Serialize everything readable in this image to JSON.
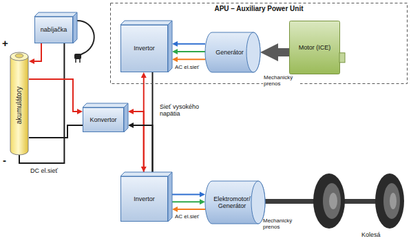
{
  "diagram": {
    "nodes": [
      {
        "text": [
          "APU – Auxiliary Power Unit"
        ]
      },
      {
        "text": [
          "nabíjačka"
        ]
      },
      {
        "text": [
          "Invertor"
        ],
        "in": 0
      },
      {
        "text": [
          "Generátor"
        ],
        "in": 0
      },
      {
        "text": [
          "Motor (ICE)"
        ],
        "in": 0
      },
      {
        "text": [
          "akumulátory"
        ]
      },
      {
        "text": [
          "Konvertor"
        ]
      },
      {
        "text": [
          "Invertor"
        ]
      },
      {
        "text": [
          "Elektromotor/ Generátor"
        ]
      }
    ],
    "edges": [
      {
        "from": 3,
        "to": 2,
        "arrow": "to"
      },
      {
        "from": 3,
        "to": 2,
        "arrow": "to"
      },
      {
        "from": 3,
        "to": 2,
        "arrow": "to"
      },
      {
        "from": 4,
        "to": 3,
        "arrow": "to"
      },
      {
        "from": 1,
        "to": 5,
        "arrow": "to"
      },
      {
        "from": 1,
        "to": 5,
        "arrow": "none"
      },
      {
        "from": 5,
        "to": 6,
        "arrow": "to"
      },
      {
        "from": 5,
        "to": 6,
        "arrow": "none"
      },
      {
        "from": 2,
        "to": 7,
        "arrow": "both"
      },
      {
        "from": 2,
        "to": 7,
        "arrow": "none"
      },
      {
        "from": 7,
        "to": 6,
        "arrow": "to"
      },
      {
        "from": 7,
        "to": 6,
        "arrow": "to"
      },
      {
        "from": 7,
        "to": 8,
        "arrow": "to"
      },
      {
        "from": 7,
        "to": 8,
        "arrow": "to"
      },
      {
        "from": 8,
        "to": 7,
        "arrow": "to"
      }
    ],
    "labels": [
      "+",
      "-",
      "AC el.sieť",
      "Mechanický prenos",
      "Sieť vysokého napätia",
      "DC el.sieť",
      "AC el.sieť",
      "Mechanický prenos",
      "Kolesá"
    ]
  }
}
